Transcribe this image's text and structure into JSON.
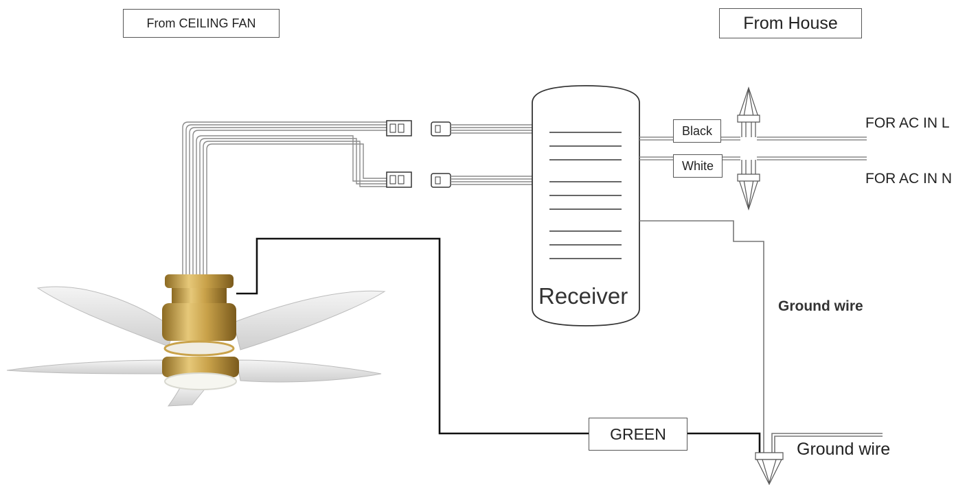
{
  "labels": {
    "from_ceiling_fan": "From CEILING FAN",
    "from_house": "From House",
    "receiver": "Receiver",
    "black": "Black",
    "white": "White",
    "for_ac_in_l": "FOR AC IN L",
    "for_ac_in_n": "FOR AC IN N",
    "ground_wire_upper": "Ground wire",
    "ground_wire_lower": "Ground wire",
    "green": "GREEN"
  },
  "colors": {
    "brass": "#c9a24a",
    "wire_gray": "#8a8a8a",
    "wire_black": "#1a1a1a",
    "blade": "#e4e4e4"
  }
}
